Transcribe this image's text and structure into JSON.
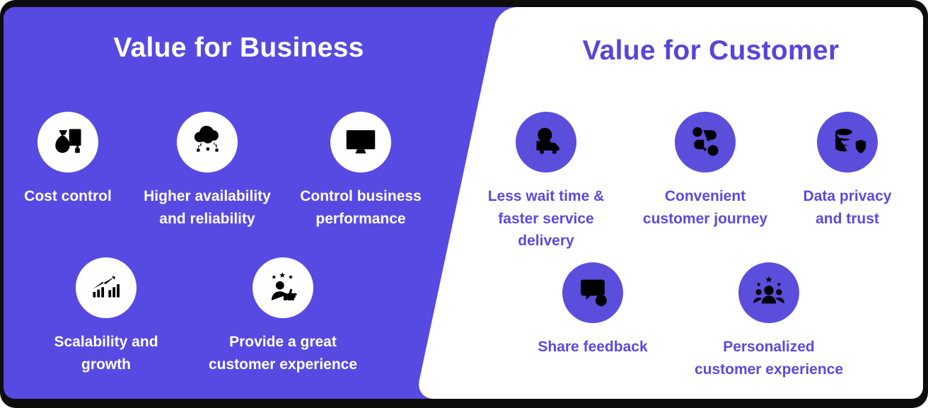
{
  "frame": {
    "border_color": "#0d0d0d"
  },
  "canvas": {
    "left_background": "#574ae2",
    "right_card_background": "#ffffff"
  },
  "panels": [
    {
      "id": "business",
      "title": "Value for Business",
      "theme": {
        "title_color": "#ffffff",
        "text": "#ffffff",
        "circle_fill": "#ffffff",
        "icon_color": "#574ae2"
      },
      "items": [
        {
          "label": "Cost control",
          "icon": "money-calculator-icon"
        },
        {
          "label": "Higher availability\nand reliability",
          "icon": "cloud-clock-icon"
        },
        {
          "label": "Control business\nperformance",
          "icon": "dashboard-monitor-icon"
        },
        {
          "label": "Scalability and\ngrowth",
          "icon": "growth-chart-icon"
        },
        {
          "label": "Provide a great\ncustomer experience",
          "icon": "thumbs-up-person-icon"
        }
      ]
    },
    {
      "id": "customer",
      "title": "Value for Customer",
      "theme": {
        "title_color": "#5746d9",
        "text": "#5b4ae0",
        "circle_fill": "#5b4edc",
        "icon_color": "#ffffff"
      },
      "items": [
        {
          "label": "Less wait time &\nfaster service\ndelivery",
          "icon": "truck-clock-icon"
        },
        {
          "label": "Convenient\ncustomer journey",
          "icon": "journey-path-icon"
        },
        {
          "label": "Data privacy\nand trust",
          "icon": "database-shield-icon"
        },
        {
          "label": "Share feedback",
          "icon": "feedback-bubble-icon"
        },
        {
          "label": "Personalized\ncustomer experience",
          "icon": "people-stars-icon"
        }
      ]
    }
  ]
}
